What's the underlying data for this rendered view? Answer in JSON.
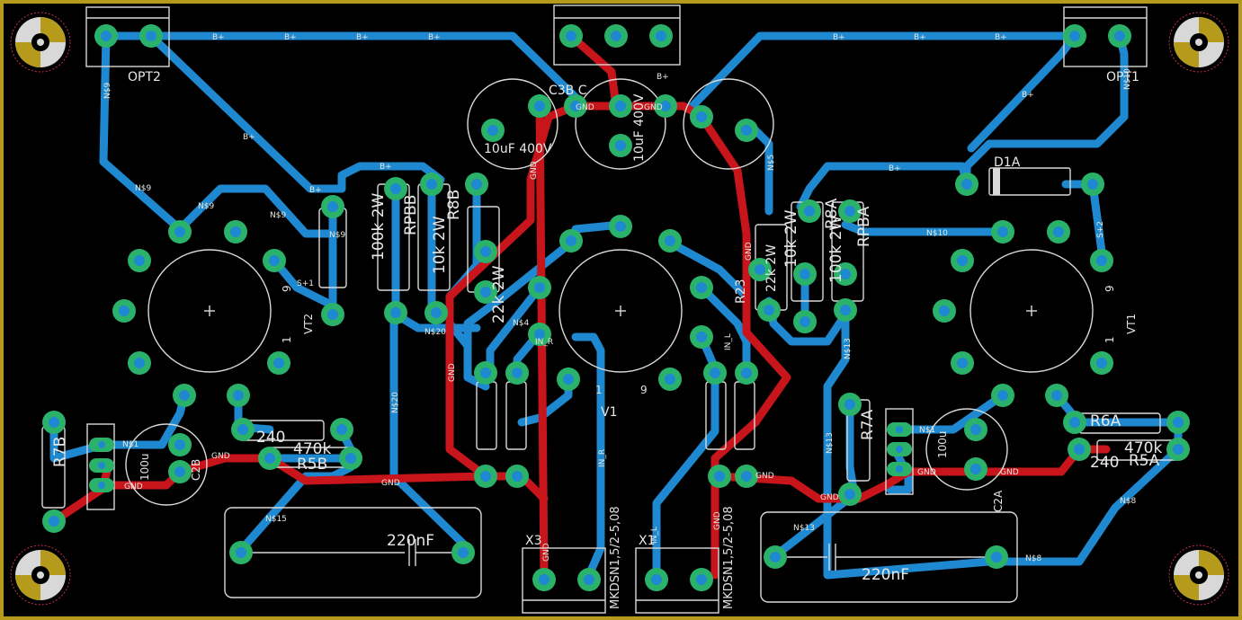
{
  "board": {
    "outline_color": "#b59a1c",
    "background": "#000000",
    "top_copper": "#1e88d0",
    "bottom_copper": "#c8151b",
    "pad_color": "#2ab26a",
    "silk_color": "#e0e0e0"
  },
  "labels": {
    "opt2": "OPT2",
    "opt1": "OPT1",
    "c3b_c": "C3B C",
    "c_10uf_400v_left": "10uF 400V",
    "c_10uf_400v_mid": "10uF 400V",
    "r_100k_2w_left": "100k 2W",
    "rpbb": "RPBB",
    "r_10k_2w_left": "10k 2W",
    "r8b": "R8B",
    "r_22k_2w_left": "22k 2W",
    "r_22k_2w_right": "22k 2W",
    "r_10k_2w_right": "10k 2W",
    "r8a": "R8A",
    "r_100k_2w_right": "100k 2W",
    "rpba": "RPBA",
    "r23": "R23",
    "d1a": "D1A",
    "vt2": "VT2",
    "vt1": "VT1",
    "v1": "V1",
    "r7b": "R7B",
    "r_240_left": "240",
    "r_470k_left": "470k",
    "r5b": "R5B",
    "c2b": "C2B",
    "c2b_val": "100u",
    "c_220nf_left": "220nF",
    "c_220nf_right": "220nF",
    "x3": "X3",
    "x1": "X1",
    "mkdsn_left": "MKDSN1,5/2-5,08",
    "mkdsn_right": "MKDSN1,5/2-5,08",
    "r7a": "R7A",
    "r6a": "R6A",
    "r_470k_right": "470k",
    "r_240_right": "240",
    "r5a": "R5A",
    "c2a": "C2A",
    "c2a_val": "100u",
    "in_r": "IN_R",
    "in_l": "IN_L",
    "pin_1": "1",
    "pin_9": "9"
  },
  "nets": {
    "bplus": "B+",
    "gnd": "GND",
    "n9": "N$9",
    "n10": "N$10",
    "n20": "N$20",
    "n13": "N$13",
    "n15": "N$15",
    "n8": "N$8",
    "n5": "N$5",
    "n4": "N$4",
    "n1": "N$1",
    "s1": "S+1",
    "s2": "S+2",
    "in_r": "IN_R",
    "in_l": "IN_L"
  }
}
